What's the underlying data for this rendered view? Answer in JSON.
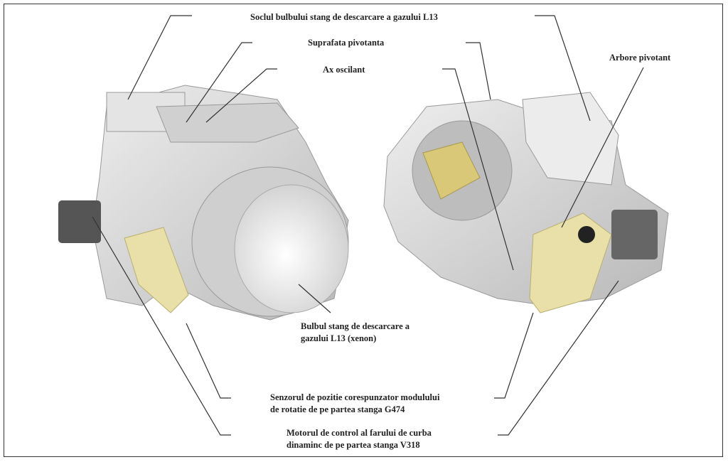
{
  "labels": {
    "bulb_socket": "Soclul bulbului stang de descarcare a gazului L13",
    "pivot_surface": "Suprafata pivotanta",
    "oscillating_axis": "Ax oscilant",
    "pivot_shaft": "Arbore pivotant",
    "xenon_bulb_line1": "Bulbul stang de descarcare a",
    "xenon_bulb_line2": "gazului L13 (xenon)",
    "position_sensor_line1": "Senzorul de pozitie corespunzator modulului",
    "position_sensor_line2": "de rotatie de pe partea stanga G474",
    "control_motor_line1": "Motorul de control al farului de curba",
    "control_motor_line2": "dinaminc de pe partea stanga V318"
  },
  "colors": {
    "housing": "#d9d9d9",
    "yellow_part": "#e8e0a8",
    "connector": "#555555",
    "line": "#333333"
  }
}
